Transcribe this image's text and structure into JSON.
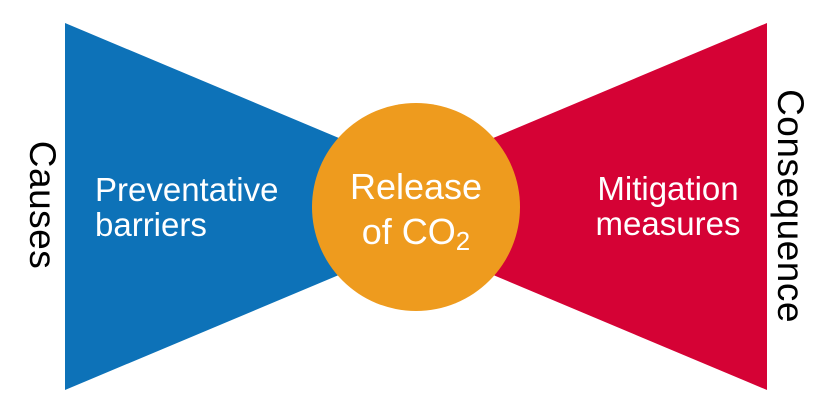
{
  "diagram": {
    "type": "bowtie",
    "left_axis_label": "Causes",
    "right_axis_label": "Consequence",
    "left_wedge": {
      "label_line1": "Preventative",
      "label_line2": "barriers"
    },
    "right_wedge": {
      "label_line1": "Mitigation",
      "label_line2": "measures"
    },
    "center_event": {
      "label_line1": "Release",
      "label_line2_prefix": "of CO",
      "label_subscript": "2"
    },
    "colors": {
      "causes_wedge_blue": "#0D72B8",
      "consequence_wedge_red": "#D50235",
      "release_circle_orange": "#EE9B1E",
      "side_label_text": "#000000",
      "shape_label_text": "#FFFFFF",
      "background": "#FFFFFF"
    }
  }
}
